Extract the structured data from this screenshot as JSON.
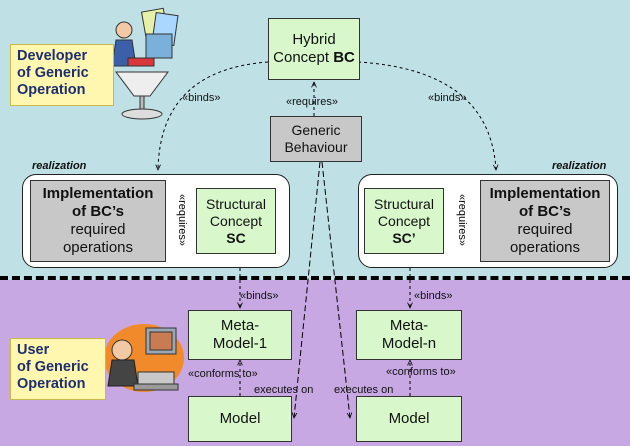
{
  "roles": {
    "developer": [
      "Developer",
      "of Generic",
      "Operation"
    ],
    "user": [
      "User",
      "of Generic",
      "Operation"
    ]
  },
  "boxes": {
    "hybrid": {
      "line1": "Hybrid",
      "line2": "Concept",
      "bold": "BC"
    },
    "generic": {
      "line1": "Generic",
      "line2": "Behaviour"
    },
    "impl": {
      "line1": "Implementation",
      "line2": "of BC’s",
      "line3": "required",
      "line4": "operations"
    },
    "sc_left": {
      "line1": "Structural",
      "line2": "Concept",
      "bold": "SC"
    },
    "sc_right": {
      "line1": "Structural",
      "line2": "Concept",
      "bold": "SC’"
    },
    "meta1": {
      "line1": "Meta-",
      "line2": "Model-1"
    },
    "metan": {
      "line1": "Meta-",
      "line2": "Model-n"
    },
    "model": "Model"
  },
  "labels": {
    "binds": "«binds»",
    "requires": "«requires»",
    "realization": "realization",
    "conforms": "«conforms to»",
    "executes": "executes on"
  },
  "colors": {
    "top_band": "#bfe1e6",
    "bottom_band": "#c7a8e2",
    "green_box": "#d8f8cc",
    "grey_box": "#c8c8c8",
    "role_label": "#fff7b0"
  }
}
